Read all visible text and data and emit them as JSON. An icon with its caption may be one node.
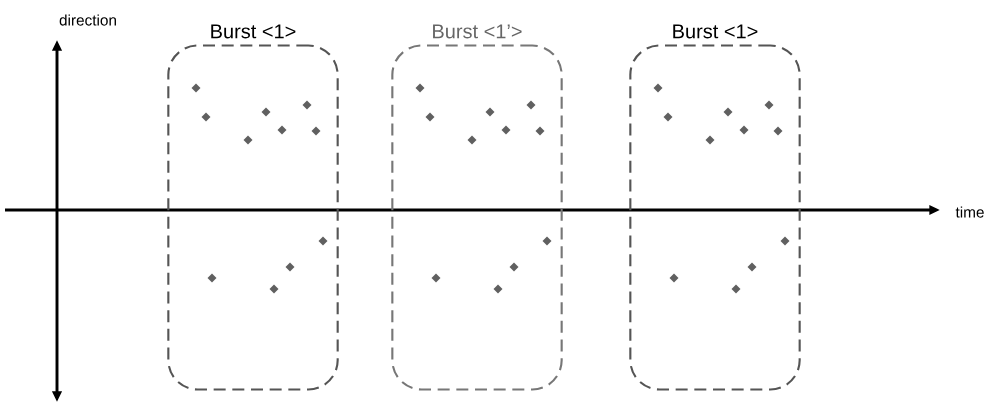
{
  "diagram": {
    "nodes": [
      {
        "text": [
          "Burst <1>"
        ]
      },
      {
        "text": [
          "Burst <1’>"
        ]
      },
      {
        "text": [
          "Burst <1>"
        ]
      }
    ],
    "labels": [
      "direction",
      "time"
    ]
  }
}
